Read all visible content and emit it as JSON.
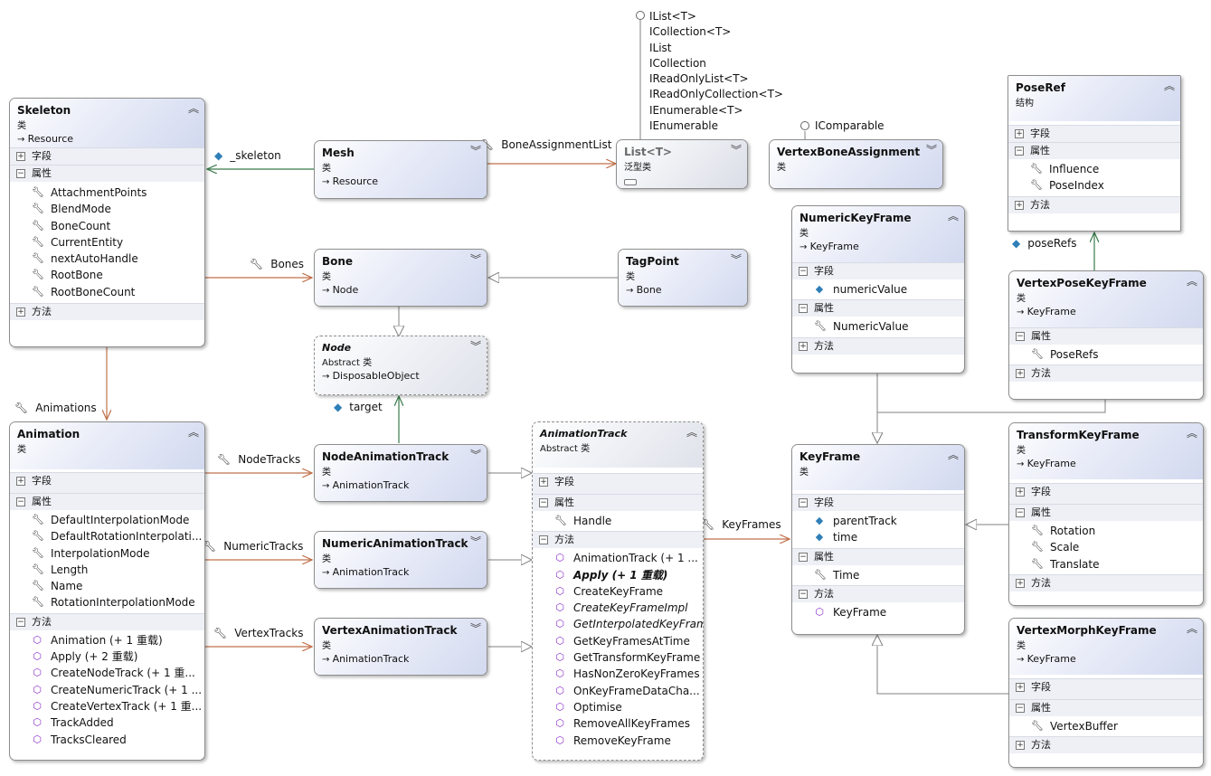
{
  "diagram": {
    "skeleton": {
      "title": "Skeleton",
      "kind": "类",
      "base": "Resource",
      "sec_fields": "字段",
      "sec_props": "属性",
      "sec_methods": "方法",
      "props": [
        "AttachmentPoints",
        "BlendMode",
        "BoneCount",
        "CurrentEntity",
        "nextAutoHandle",
        "RootBone",
        "RootBoneCount"
      ]
    },
    "mesh": {
      "title": "Mesh",
      "kind": "类",
      "base": "Resource"
    },
    "list": {
      "title": "List<T>",
      "kind": "泛型类"
    },
    "vba": {
      "title": "VertexBoneAssignment",
      "kind": "类"
    },
    "poseref": {
      "title": "PoseRef",
      "kind": "结构",
      "sec_fields": "字段",
      "sec_props": "属性",
      "sec_methods": "方法",
      "props": [
        "Influence",
        "PoseIndex"
      ]
    },
    "bone": {
      "title": "Bone",
      "kind": "类",
      "base": "Node"
    },
    "tagpoint": {
      "title": "TagPoint",
      "kind": "类",
      "base": "Bone"
    },
    "node": {
      "title": "Node",
      "kind": "Abstract 类",
      "base": "DisposableObject"
    },
    "numerickf": {
      "title": "NumericKeyFrame",
      "kind": "类",
      "base": "KeyFrame",
      "sec_fields": "字段",
      "sec_props": "属性",
      "sec_methods": "方法",
      "fields": [
        "numericValue"
      ],
      "props": [
        "NumericValue"
      ]
    },
    "vertexposekf": {
      "title": "VertexPoseKeyFrame",
      "kind": "类",
      "base": "KeyFrame",
      "sec_props": "属性",
      "sec_methods": "方法",
      "props": [
        "PoseRefs"
      ]
    },
    "animation": {
      "title": "Animation",
      "kind": "类",
      "sec_fields": "字段",
      "sec_props": "属性",
      "sec_methods": "方法",
      "props": [
        "DefaultInterpolationMode",
        "DefaultRotationInterpolati...",
        "InterpolationMode",
        "Length",
        "Name",
        "RotationInterpolationMode"
      ],
      "methods": [
        "Animation (+ 1 重载)",
        "Apply (+ 2 重载)",
        "CreateNodeTrack (+ 1 重...",
        "CreateNumericTrack (+ 1 ...",
        "CreateVertexTrack (+ 1 重...",
        "TrackAdded",
        "TracksCleared"
      ]
    },
    "nodeat": {
      "title": "NodeAnimationTrack",
      "kind": "类",
      "base": "AnimationTrack"
    },
    "numericat": {
      "title": "NumericAnimationTrack",
      "kind": "类",
      "base": "AnimationTrack"
    },
    "vertexat": {
      "title": "VertexAnimationTrack",
      "kind": "类",
      "base": "AnimationTrack"
    },
    "animtrack": {
      "title": "AnimationTrack",
      "kind": "Abstract 类",
      "sec_fields": "字段",
      "sec_props": "属性",
      "sec_methods": "方法",
      "props": [
        "Handle"
      ],
      "methods": [
        "AnimationTrack (+ 1 ...",
        "Apply (+ 1 重载)",
        "CreateKeyFrame",
        "CreateKeyFrameImpl",
        "GetInterpolatedKeyFrame",
        "GetKeyFramesAtTime",
        "GetTransformKeyFrame",
        "HasNonZeroKeyFrames",
        "OnKeyFrameDataCha...",
        "Optimise",
        "RemoveAllKeyFrames",
        "RemoveKeyFrame"
      ]
    },
    "keyframe": {
      "title": "KeyFrame",
      "kind": "类",
      "sec_fields": "字段",
      "sec_props": "属性",
      "sec_methods": "方法",
      "fields": [
        "parentTrack",
        "time"
      ],
      "props": [
        "Time"
      ],
      "methods": [
        "KeyFrame"
      ]
    },
    "transformkf": {
      "title": "TransformKeyFrame",
      "kind": "类",
      "base": "KeyFrame",
      "sec_fields": "字段",
      "sec_props": "属性",
      "sec_methods": "方法",
      "props": [
        "Rotation",
        "Scale",
        "Translate"
      ]
    },
    "morphkf": {
      "title": "VertexMorphKeyFrame",
      "kind": "类",
      "base": "KeyFrame",
      "sec_fields": "字段",
      "sec_props": "属性",
      "sec_methods": "方法",
      "props": [
        "VertexBuffer"
      ]
    },
    "labels": {
      "skeleton_assoc": "_skeleton",
      "bone_assignment_list": "BoneAssignmentList",
      "bones": "Bones",
      "animations": "Animations",
      "target": "target",
      "node_tracks": "NodeTracks",
      "numeric_tracks": "NumericTracks",
      "vertex_tracks": "VertexTracks",
      "keyframes": "KeyFrames",
      "pose_refs": "poseRefs"
    },
    "list_interfaces": [
      "IList<T>",
      "ICollection<T>",
      "IList",
      "ICollection",
      "IReadOnlyList<T>",
      "IReadOnlyCollection<T>",
      "IEnumerable<T>",
      "IEnumerable"
    ],
    "vba_interface": "IComparable",
    "icons": {
      "collapse": "double-chevron-up-icon",
      "expand": "double-chevron-down-icon",
      "property": "wrench-icon",
      "field": "field-icon",
      "method": "method-icon"
    },
    "colors": {
      "association": "#c0704a",
      "inheritance": "#808080",
      "association_green": "#3a7a4a",
      "header_gradient": "#d2d9ef"
    }
  }
}
